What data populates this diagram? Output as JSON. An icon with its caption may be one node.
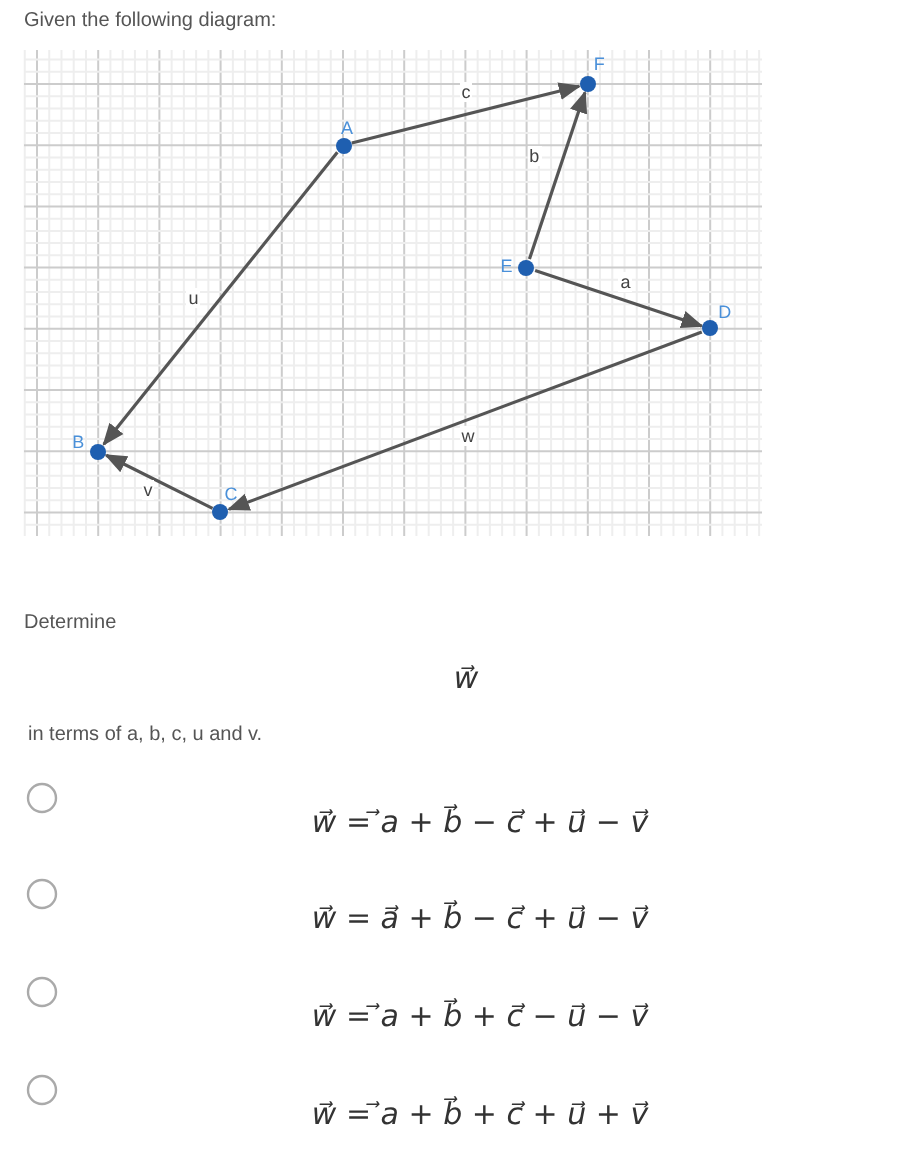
{
  "diagram": {
    "nodes": [
      {
        "text": [
          "A"
        ]
      },
      {
        "text": [
          "F"
        ]
      },
      {
        "text": [
          "E"
        ]
      },
      {
        "text": [
          "D"
        ]
      },
      {
        "text": [
          "B"
        ]
      },
      {
        "text": [
          "C"
        ]
      }
    ],
    "edges": [
      {
        "from": 0,
        "to": 1,
        "arrow": "to",
        "label": "c"
      },
      {
        "from": 2,
        "to": 1,
        "arrow": "to",
        "label": "b"
      },
      {
        "from": 2,
        "to": 3,
        "arrow": "to",
        "label": "a"
      },
      {
        "from": 3,
        "to": 5,
        "arrow": "to",
        "label": "w"
      },
      {
        "from": 0,
        "to": 4,
        "arrow": "to",
        "label": "u"
      },
      {
        "from": 5,
        "to": 4,
        "arrow": "to",
        "label": "v"
      }
    ],
    "labels": [
      "Given the following diagram:",
      "Determine",
      "w⃗",
      "in terms of a, b, c, u and v.",
      "w⃗ = ⃗a + b⃗ − c⃗ + u⃗ − v⃗",
      "w⃗ = a⃗ + b⃗ − c⃗ + u⃗ − v⃗",
      "w⃗ = ⃗a + b⃗ + c⃗ − u⃗ − v⃗",
      "w⃗ = ⃗a + b⃗ + c⃗ + u⃗ + v⃗"
    ]
  }
}
